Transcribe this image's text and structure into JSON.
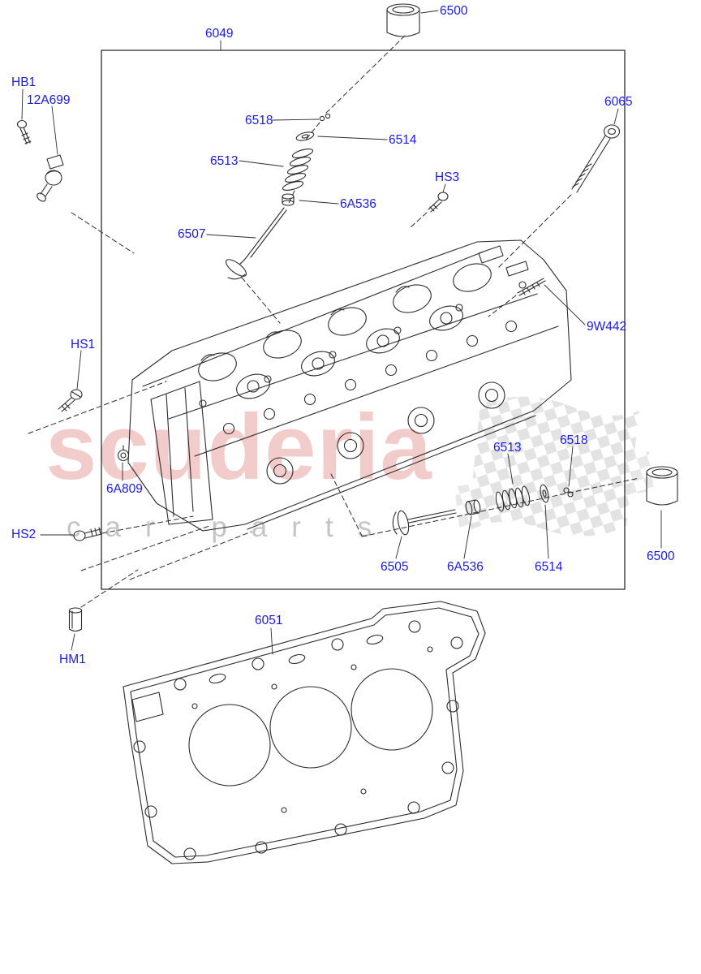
{
  "watermark": {
    "title": "scuderia",
    "subtitle": "car parts"
  },
  "colors": {
    "label": "#1a1af0",
    "line": "#2b2b2b",
    "wm-red": "rgba(213,83,83,0.30)",
    "wm-gray": "rgba(125,125,125,0.45)",
    "checker": "#c9c9c9"
  },
  "labels": [
    {
      "id": "6500-top",
      "text": "6500"
    },
    {
      "id": "6049",
      "text": "6049"
    },
    {
      "id": "HB1",
      "text": "HB1"
    },
    {
      "id": "12A699",
      "text": "12A699"
    },
    {
      "id": "6518-top",
      "text": "6518"
    },
    {
      "id": "6514-top",
      "text": "6514"
    },
    {
      "id": "6513-top",
      "text": "6513"
    },
    {
      "id": "6065",
      "text": "6065"
    },
    {
      "id": "HS3",
      "text": "HS3"
    },
    {
      "id": "6A536-top",
      "text": "6A536"
    },
    {
      "id": "6507",
      "text": "6507"
    },
    {
      "id": "9W442",
      "text": "9W442"
    },
    {
      "id": "HS1",
      "text": "HS1"
    },
    {
      "id": "6513-bottom",
      "text": "6513"
    },
    {
      "id": "6518-bottom",
      "text": "6518"
    },
    {
      "id": "6A809",
      "text": "6A809"
    },
    {
      "id": "HS2",
      "text": "HS2"
    },
    {
      "id": "6505",
      "text": "6505"
    },
    {
      "id": "6A536-bottom",
      "text": "6A536"
    },
    {
      "id": "6514-bottom",
      "text": "6514"
    },
    {
      "id": "6500-bottom",
      "text": "6500"
    },
    {
      "id": "6051",
      "text": "6051"
    },
    {
      "id": "HM1",
      "text": "HM1"
    }
  ]
}
